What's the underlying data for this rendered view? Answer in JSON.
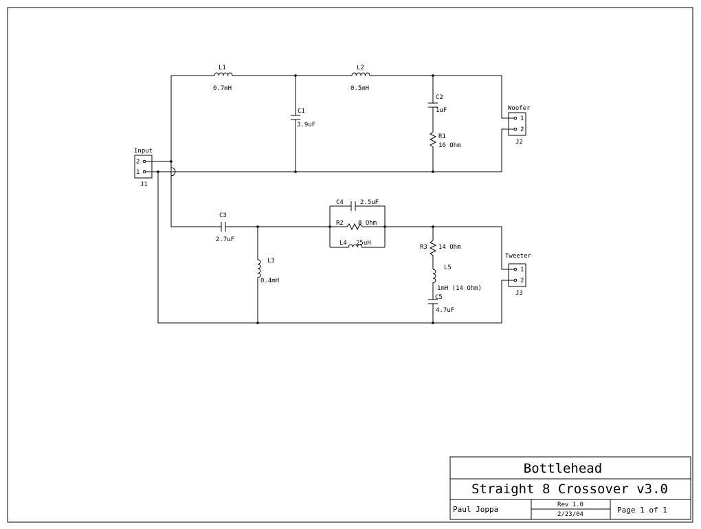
{
  "components": {
    "L1": {
      "ref": "L1",
      "value": "0.7mH"
    },
    "L2": {
      "ref": "L2",
      "value": "0.5mH"
    },
    "C1": {
      "ref": "C1",
      "value": "3.9uF"
    },
    "C2": {
      "ref": "C2",
      "value": "1uF"
    },
    "R1": {
      "ref": "R1",
      "value": "16 Ohm"
    },
    "C3": {
      "ref": "C3",
      "value": "2.7uF"
    },
    "L3": {
      "ref": "L3",
      "value": "0.4mH"
    },
    "C4": {
      "ref": "C4",
      "value": "2.5uF"
    },
    "R2": {
      "ref": "R2",
      "value": "8 Ohm"
    },
    "L4": {
      "ref": "L4",
      "value": "25uH"
    },
    "R3": {
      "ref": "R3",
      "value": "14 Ohm"
    },
    "L5": {
      "ref": "L5",
      "value": "1mH (14 Ohm)"
    },
    "C5": {
      "ref": "C5",
      "value": "4.7uF"
    }
  },
  "connectors": {
    "J1": {
      "ref": "J1",
      "name": "Input",
      "pin_top": "2",
      "pin_bottom": "1"
    },
    "J2": {
      "ref": "J2",
      "name": "Woofer",
      "pin_top": "1",
      "pin_bottom": "2"
    },
    "J3": {
      "ref": "J3",
      "name": "Tweeter",
      "pin_top": "1",
      "pin_bottom": "2"
    }
  },
  "title_block": {
    "company": "Bottlehead",
    "title": "Straight 8 Crossover v3.0",
    "author": "Paul Joppa",
    "revision": "Rev 1.0",
    "date": "2/23/04",
    "page": "Page 1 of 1"
  }
}
